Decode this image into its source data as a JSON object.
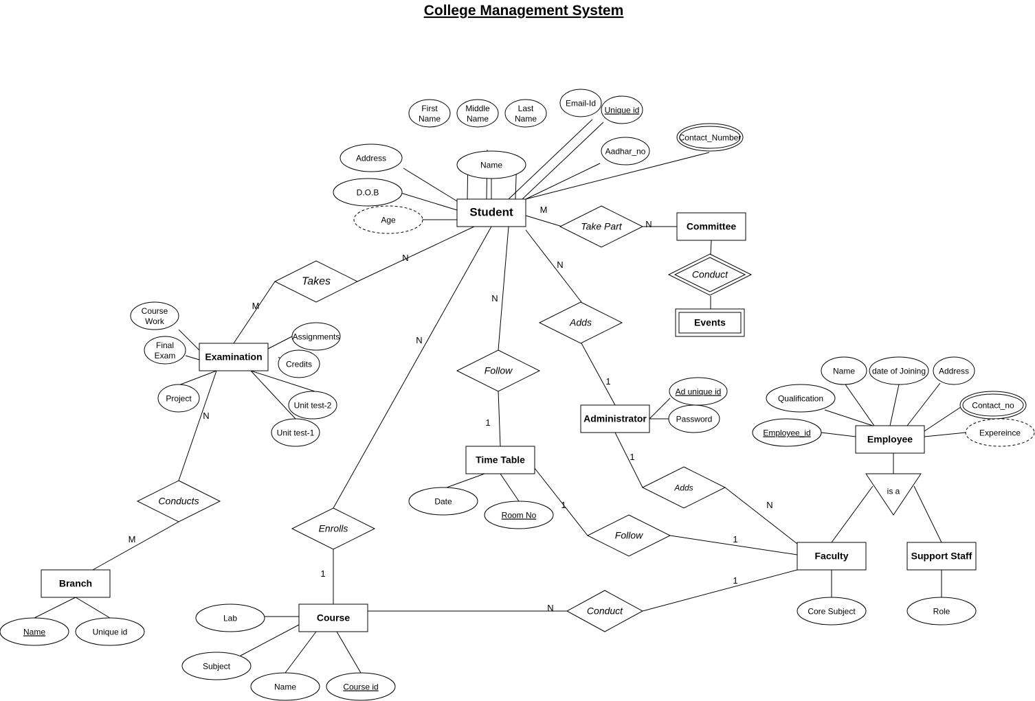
{
  "title": "College Management System",
  "colors": {
    "stroke": "#000000",
    "fill": "#ffffff",
    "text": "#000000"
  },
  "entities": [
    {
      "id": "student",
      "label": "Student",
      "variant": "large"
    },
    {
      "id": "committee",
      "label": "Committee"
    },
    {
      "id": "events",
      "label": "Events",
      "weak": true
    },
    {
      "id": "examination",
      "label": "Examination"
    },
    {
      "id": "administrator",
      "label": "Administrator"
    },
    {
      "id": "timetable",
      "label": "Time Table"
    },
    {
      "id": "employee",
      "label": "Employee"
    },
    {
      "id": "faculty",
      "label": "Faculty"
    },
    {
      "id": "supportstaff",
      "label": "Support Staff"
    },
    {
      "id": "branch",
      "label": "Branch"
    },
    {
      "id": "course",
      "label": "Course"
    }
  ],
  "relationships": [
    {
      "id": "takepart",
      "label": "Take Part"
    },
    {
      "id": "conduct_events",
      "label": "Conduct",
      "identifying": true
    },
    {
      "id": "takes",
      "label": "Takes"
    },
    {
      "id": "adds_student",
      "label": "Adds"
    },
    {
      "id": "follow_student",
      "label": "Follow"
    },
    {
      "id": "adds_faculty",
      "label": "Adds",
      "small": true
    },
    {
      "id": "follow_faculty",
      "label": "Follow"
    },
    {
      "id": "conducts",
      "label": "Conducts"
    },
    {
      "id": "enrolls",
      "label": "Enrolls"
    },
    {
      "id": "conduct_course",
      "label": "Conduct"
    }
  ],
  "attributes": [
    {
      "id": "firstname",
      "label": "First Name",
      "lines": [
        "First",
        "Name"
      ]
    },
    {
      "id": "middlename",
      "label": "Middle Name",
      "lines": [
        "Middle",
        "Name"
      ]
    },
    {
      "id": "lastname",
      "label": "Last Name",
      "lines": [
        "Last",
        "Name"
      ]
    },
    {
      "id": "email",
      "label": "Email-Id"
    },
    {
      "id": "uniqueid_student",
      "label": "Unique id",
      "key": true
    },
    {
      "id": "address_student",
      "label": "Address"
    },
    {
      "id": "name_student",
      "label": "Name"
    },
    {
      "id": "aadhar",
      "label": "Aadhar_no"
    },
    {
      "id": "contact_number",
      "label": "Contact_Number",
      "multivalued": true
    },
    {
      "id": "dob",
      "label": "D.O.B"
    },
    {
      "id": "age",
      "label": "Age",
      "derived": true
    },
    {
      "id": "coursework",
      "label": "Course Work",
      "lines": [
        "Course",
        "Work"
      ]
    },
    {
      "id": "finalexam",
      "label": "Final Exam",
      "lines": [
        "Final",
        "Exam"
      ]
    },
    {
      "id": "assignments",
      "label": "Assignments"
    },
    {
      "id": "credits",
      "label": "Credits"
    },
    {
      "id": "project",
      "label": "Project"
    },
    {
      "id": "unittest2",
      "label": "Unit test-2"
    },
    {
      "id": "unittest1",
      "label": "Unit test-1"
    },
    {
      "id": "ad_uniqueid",
      "label": "Ad unique id",
      "key": true
    },
    {
      "id": "password",
      "label": "Password"
    },
    {
      "id": "date",
      "label": "Date"
    },
    {
      "id": "roomno",
      "label": "Room No",
      "key": true
    },
    {
      "id": "name_employee",
      "label": "Name"
    },
    {
      "id": "dateofjoining",
      "label": "date of Joining"
    },
    {
      "id": "address_employee",
      "label": "Address"
    },
    {
      "id": "qualification",
      "label": "Qualification"
    },
    {
      "id": "contact_no",
      "label": "Contact_no",
      "multivalued": true
    },
    {
      "id": "employee_id",
      "label": "Employee_id",
      "key": true
    },
    {
      "id": "expereince",
      "label": "Expereince",
      "derived": true
    },
    {
      "id": "coresubject",
      "label": "Core Subject"
    },
    {
      "id": "role",
      "label": "Role"
    },
    {
      "id": "name_branch",
      "label": "Name",
      "key": true
    },
    {
      "id": "uniqueid_branch",
      "label": "Unique id"
    },
    {
      "id": "lab",
      "label": "Lab"
    },
    {
      "id": "subject",
      "label": "Subject"
    },
    {
      "id": "name_course",
      "label": "Name"
    },
    {
      "id": "courseid",
      "label": "Course id",
      "key": true
    }
  ],
  "isa": {
    "id": "isa",
    "label": "is a"
  },
  "cardinalities": [
    {
      "id": "c_student_takepart",
      "label": "M"
    },
    {
      "id": "c_takepart_committee",
      "label": "N"
    },
    {
      "id": "c_student_takes",
      "label": "N"
    },
    {
      "id": "c_takes_exam",
      "label": "M"
    },
    {
      "id": "c_student_adds",
      "label": "N"
    },
    {
      "id": "c_adds_admin",
      "label": "1"
    },
    {
      "id": "c_student_follow",
      "label": "N"
    },
    {
      "id": "c_follow_timetable",
      "label": "1"
    },
    {
      "id": "c_student_enrolls",
      "label": "N"
    },
    {
      "id": "c_enrolls_course",
      "label": "1"
    },
    {
      "id": "c_exam_conducts",
      "label": "N"
    },
    {
      "id": "c_conducts_branch",
      "label": "M"
    },
    {
      "id": "c_admin_adds",
      "label": "1"
    },
    {
      "id": "c_adds_faculty",
      "label": "N"
    },
    {
      "id": "c_timetable_follow",
      "label": "1"
    },
    {
      "id": "c_follow_faculty",
      "label": "1"
    },
    {
      "id": "c_course_conduct",
      "label": "N"
    },
    {
      "id": "c_conduct_faculty",
      "label": "1"
    }
  ]
}
